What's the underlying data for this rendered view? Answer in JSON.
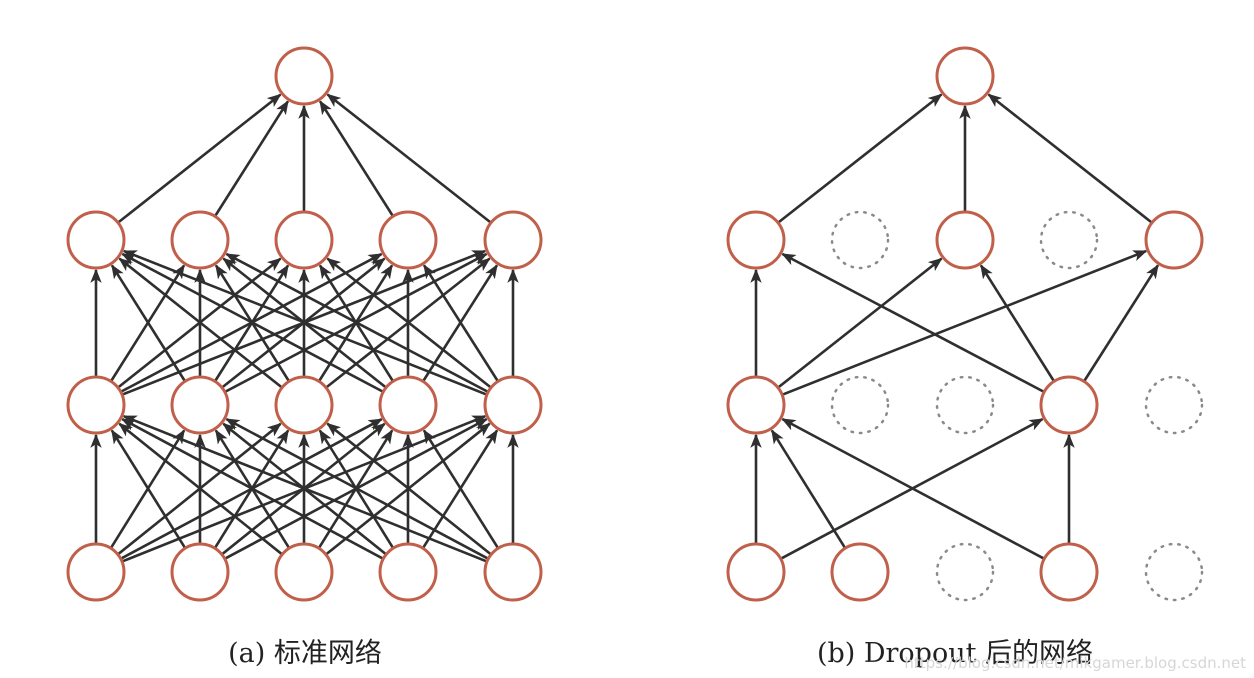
{
  "panels": [
    {
      "id": "standard",
      "caption": "(a) 标准网络",
      "layers": [
        {
          "name": "input",
          "nodes": [
            true,
            true,
            true,
            true,
            true
          ]
        },
        {
          "name": "hidden1",
          "nodes": [
            true,
            true,
            true,
            true,
            true
          ]
        },
        {
          "name": "hidden2",
          "nodes": [
            true,
            true,
            true,
            true,
            true
          ]
        },
        {
          "name": "output",
          "nodes": [
            true
          ]
        }
      ],
      "fully_connected": true
    },
    {
      "id": "dropout",
      "caption": "(b) Dropout 后的网络",
      "layers": [
        {
          "name": "input",
          "nodes": [
            true,
            true,
            false,
            true,
            false
          ]
        },
        {
          "name": "hidden1",
          "nodes": [
            true,
            false,
            false,
            true,
            false
          ]
        },
        {
          "name": "hidden2",
          "nodes": [
            true,
            false,
            true,
            false,
            true
          ]
        },
        {
          "name": "output",
          "nodes": [
            true
          ]
        }
      ],
      "fully_connected": false,
      "connections": [
        {
          "from_layer": 0,
          "to_layer": 1,
          "pairs": [
            [
              0,
              0
            ],
            [
              0,
              3
            ],
            [
              1,
              0
            ],
            [
              3,
              0
            ],
            [
              3,
              3
            ]
          ]
        },
        {
          "from_layer": 1,
          "to_layer": 2,
          "pairs": [
            [
              0,
              0
            ],
            [
              0,
              2
            ],
            [
              0,
              4
            ],
            [
              3,
              0
            ],
            [
              3,
              2
            ],
            [
              3,
              4
            ]
          ]
        },
        {
          "from_layer": 2,
          "to_layer": 3,
          "pairs": [
            [
              0,
              0
            ],
            [
              2,
              0
            ],
            [
              4,
              0
            ]
          ]
        }
      ]
    }
  ],
  "colors": {
    "node_active": "#c0604a",
    "node_dropped": "#8a8a8a",
    "edge": "#2f2f2f"
  },
  "watermark": "https://blog.csdn.net/mikgamer.blog.csdn.net"
}
